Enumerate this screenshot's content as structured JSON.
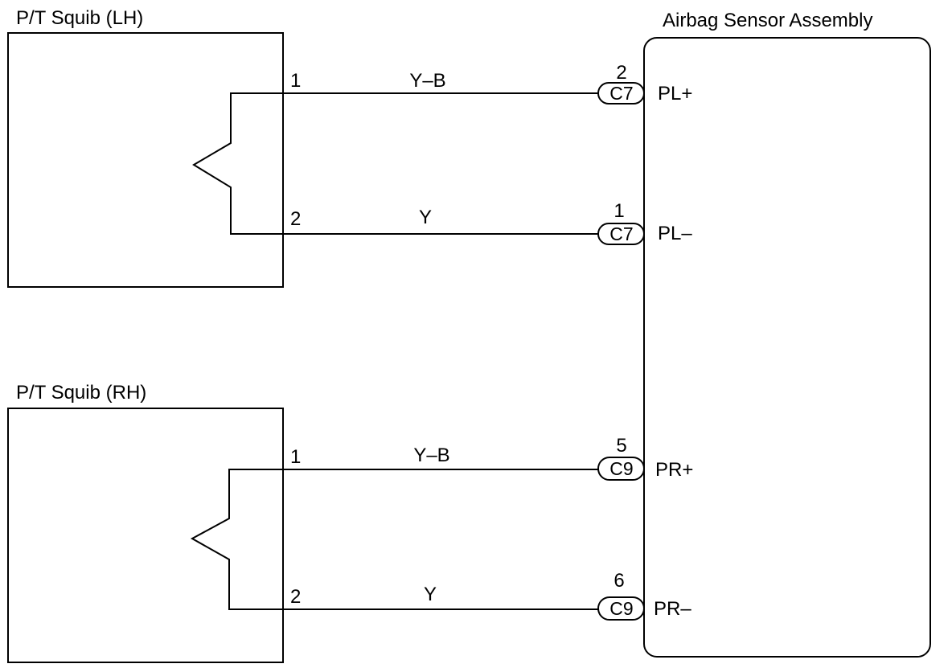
{
  "components": {
    "squib_lh": {
      "title": "P/T Squib (LH)",
      "pin1": "1",
      "pin2": "2"
    },
    "squib_rh": {
      "title": "P/T Squib (RH)",
      "pin1": "1",
      "pin2": "2"
    },
    "sensor": {
      "title": "Airbag Sensor Assembly"
    }
  },
  "wires": [
    {
      "color_code": "Y–B",
      "connector": "C7",
      "pin": "2",
      "terminal": "PL+"
    },
    {
      "color_code": "Y",
      "connector": "C7",
      "pin": "1",
      "terminal": "PL–"
    },
    {
      "color_code": "Y–B",
      "connector": "C9",
      "pin": "5",
      "terminal": "PR+"
    },
    {
      "color_code": "Y",
      "connector": "C9",
      "pin": "6",
      "terminal": "PR–"
    }
  ]
}
